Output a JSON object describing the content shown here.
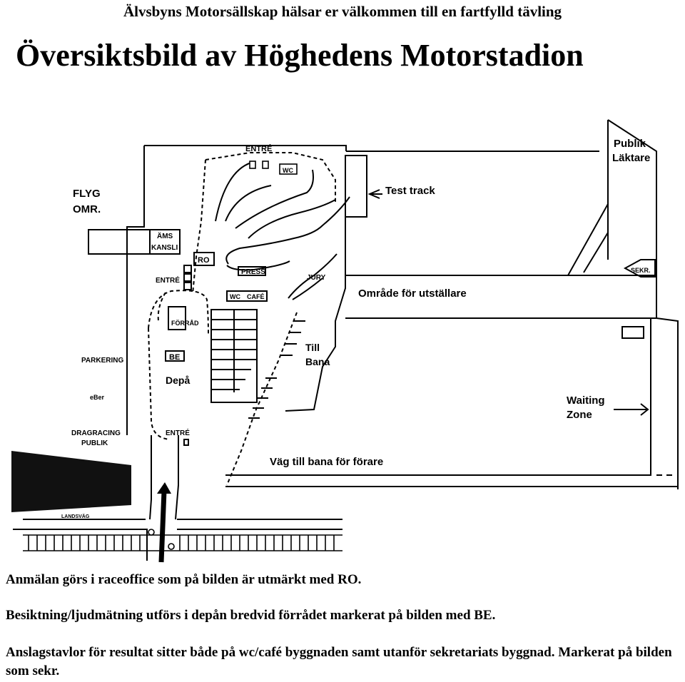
{
  "greeting": "Älvsbyns Motorsällskap hälsar er välkommen till en fartfylld tävling",
  "title": "Översiktsbild av Höghedens Motorstadion",
  "map": {
    "labels": {
      "entre_top": "ENTRÉ",
      "wc_top": "WC",
      "flyg_line1": "FLYG",
      "flyg_line2": "OMR.",
      "ams_line1": "ÄMS",
      "ams_line2": "KANSLI",
      "ro": "RO",
      "entre_left": "ENTRÉ",
      "press": "PRESS",
      "jury": "JURY",
      "wc_cafe_1": "WC",
      "wc_cafe_2": "CAFÉ",
      "forrad": "FÖRRÅD",
      "be": "BE",
      "depa": "Depå",
      "parkering": "PARKERING",
      "el": "eBer",
      "dragracing_line1": "DRAGRACING",
      "dragracing_line2": "PUBLIK",
      "entre_bottom": "ENTRÉ",
      "landsvag": "LANDSVÄG",
      "test_track": "Test track",
      "publik_line1": "Publik",
      "publik_line2": "Läktare",
      "sekr": "SEKR.",
      "utstallare": "Område för utställare",
      "till_line1": "Till",
      "till_line2": "Bana",
      "waiting_line1": "Waiting",
      "waiting_line2": "Zone",
      "vag": "Väg till bana för förare"
    }
  },
  "notes": {
    "registration": "Anmälan görs i raceoffice som på bilden är utmärkt med RO.",
    "inspection": "Besiktning/ljudmätning utförs i depån bredvid förrådet markerat på bilden med BE.",
    "boards": "Anslagstavlor för resultat sitter både på wc/café byggnaden samt utanför sekretariats byggnad. Markerat på bilden som sekr."
  }
}
